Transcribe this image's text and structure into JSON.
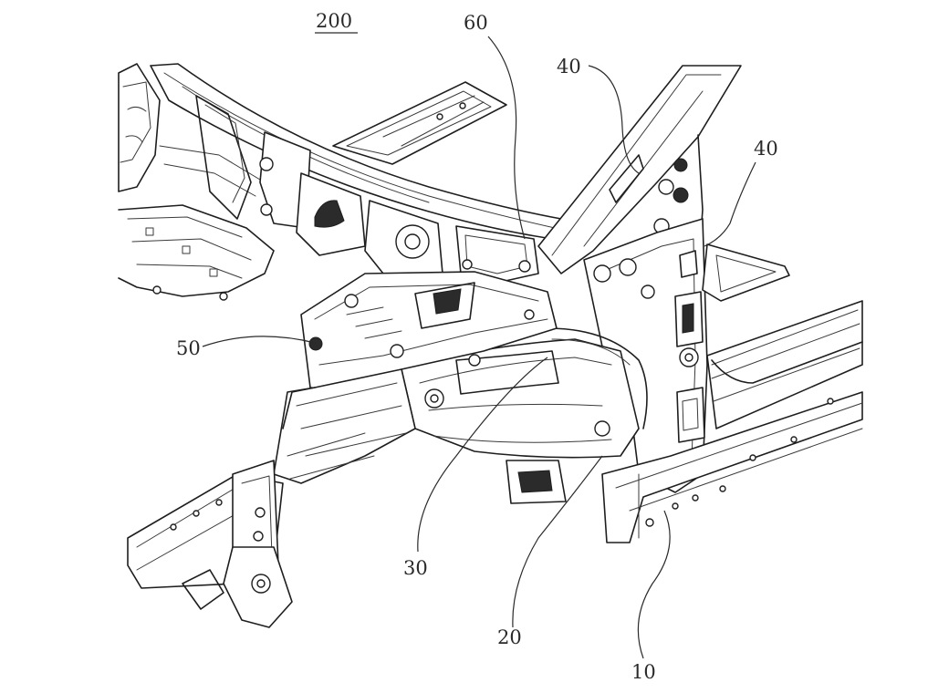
{
  "figure": {
    "ref_label": "200",
    "parts": [
      {
        "id": "p10",
        "label": "10"
      },
      {
        "id": "p20",
        "label": "20"
      },
      {
        "id": "p30",
        "label": "30"
      },
      {
        "id": "p40a",
        "label": "40"
      },
      {
        "id": "p40b",
        "label": "40"
      },
      {
        "id": "p50",
        "label": "50"
      },
      {
        "id": "p60",
        "label": "60"
      }
    ]
  }
}
